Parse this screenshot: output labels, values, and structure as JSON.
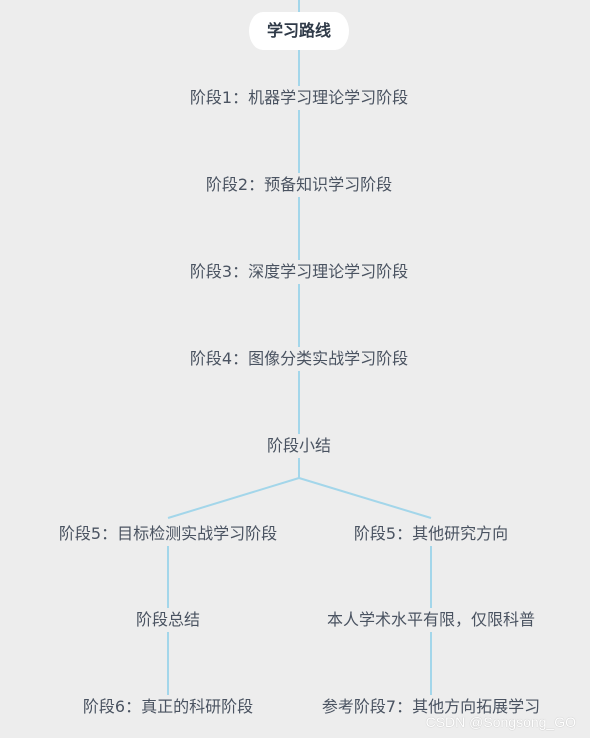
{
  "diagram": {
    "root": "学习路线",
    "nodes": {
      "stage1": "阶段1：机器学习理论学习阶段",
      "stage2": "阶段2：预备知识学习阶段",
      "stage3": "阶段3：深度学习理论学习阶段",
      "stage4": "阶段4：图像分类实战学习阶段",
      "summary_mid": "阶段小结",
      "stage5_left": "阶段5：目标检测实战学习阶段",
      "stage5_right": "阶段5：其他研究方向",
      "summary_final": "阶段总结",
      "note": "本人学术水平有限，仅限科普",
      "stage6": "阶段6：真正的科研阶段",
      "stage7": "参考阶段7：其他方向拓展学习"
    },
    "edges": [
      [
        "root",
        "stage1"
      ],
      [
        "stage1",
        "stage2"
      ],
      [
        "stage2",
        "stage3"
      ],
      [
        "stage3",
        "stage4"
      ],
      [
        "stage4",
        "summary_mid"
      ],
      [
        "summary_mid",
        "stage5_left"
      ],
      [
        "summary_mid",
        "stage5_right"
      ],
      [
        "stage5_left",
        "summary_final"
      ],
      [
        "summary_final",
        "stage6"
      ],
      [
        "stage5_right",
        "note"
      ],
      [
        "note",
        "stage7"
      ]
    ],
    "line_color": "#a3d6ea"
  },
  "watermark": "CSDN @Songsong_GO"
}
